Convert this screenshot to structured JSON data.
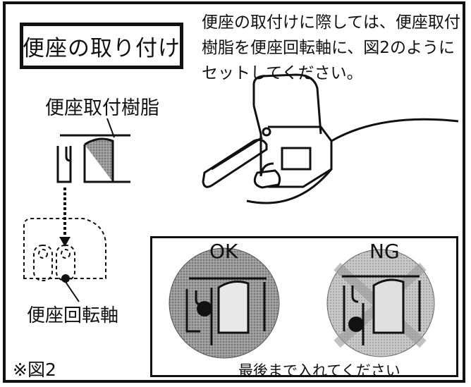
{
  "title": "便座の取り付け",
  "instruction": "便座の取付けに際しては、便座取付\n樹脂を便座回転軸に、図2のように\nセットしてください。",
  "labels": {
    "resin": "便座取付樹脂",
    "axis": "便座回転軸",
    "figure": "※図2"
  },
  "inset": {
    "ok_label": "OK",
    "ng_label": "NG",
    "caption": "最後まで入れてください"
  }
}
